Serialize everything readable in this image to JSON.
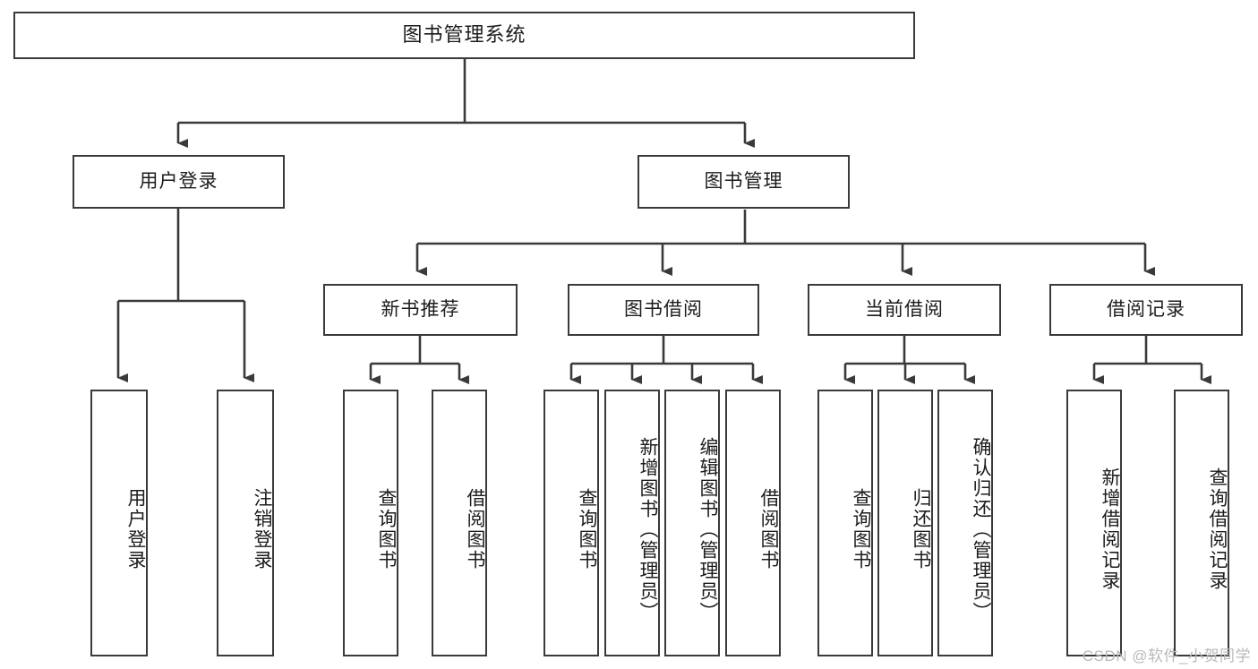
{
  "diagram": {
    "title": "图书管理系统",
    "type": "tree",
    "stroke_color": "#3a3a3a",
    "background_color": "#ffffff",
    "text_color": "#1c1c1c",
    "watermark": "CSDN @软件_小贺同学",
    "levels": {
      "root": "图书管理系统",
      "level2": [
        "用户登录",
        "图书管理"
      ],
      "level3": [
        "新书推荐",
        "图书借阅",
        "当前借阅",
        "借阅记录"
      ]
    },
    "nodes": {
      "root": {
        "label": "图书管理系统"
      },
      "user_login": {
        "label": "用户登录"
      },
      "book_manage": {
        "label": "图书管理"
      },
      "new_book_rec": {
        "label": "新书推荐"
      },
      "book_borrow": {
        "label": "图书借阅"
      },
      "current_borrow": {
        "label": "当前借阅"
      },
      "borrow_record": {
        "label": "借阅记录"
      },
      "leaf_user_login": {
        "label": "用户登录"
      },
      "leaf_logout": {
        "label": "注销登录"
      },
      "leaf_query_book_1": {
        "label": "查询图书"
      },
      "leaf_borrow_book_1": {
        "label": "借阅图书"
      },
      "leaf_query_book_2": {
        "label": "查询图书"
      },
      "leaf_add_book": {
        "label": "新增图书（管理员）"
      },
      "leaf_edit_book": {
        "label": "编辑图书（管理员）"
      },
      "leaf_borrow_book_2": {
        "label": "借阅图书"
      },
      "leaf_query_book_3": {
        "label": "查询图书"
      },
      "leaf_return_book": {
        "label": "归还图书"
      },
      "leaf_confirm_return": {
        "label": "确认归还（管理员）"
      },
      "leaf_add_record": {
        "label": "新增借阅记录"
      },
      "leaf_query_record": {
        "label": "查询借阅记录"
      }
    },
    "edges": [
      {
        "from": "root",
        "to": "用户登录"
      },
      {
        "from": "root",
        "to": "图书管理"
      },
      {
        "from": "用户登录",
        "to": "用户登录(叶)"
      },
      {
        "from": "用户登录",
        "to": "注销登录"
      },
      {
        "from": "图书管理",
        "to": "新书推荐"
      },
      {
        "from": "图书管理",
        "to": "图书借阅"
      },
      {
        "from": "图书管理",
        "to": "当前借阅"
      },
      {
        "from": "图书管理",
        "to": "借阅记录"
      },
      {
        "from": "新书推荐",
        "to": "查询图书"
      },
      {
        "from": "新书推荐",
        "to": "借阅图书"
      },
      {
        "from": "图书借阅",
        "to": "查询图书"
      },
      {
        "from": "图书借阅",
        "to": "新增图书（管理员）"
      },
      {
        "from": "图书借阅",
        "to": "编辑图书（管理员）"
      },
      {
        "from": "图书借阅",
        "to": "借阅图书"
      },
      {
        "from": "当前借阅",
        "to": "查询图书"
      },
      {
        "from": "当前借阅",
        "to": "归还图书"
      },
      {
        "from": "当前借阅",
        "to": "确认归还（管理员）"
      },
      {
        "from": "借阅记录",
        "to": "新增借阅记录"
      },
      {
        "from": "借阅记录",
        "to": "查询借阅记录"
      }
    ]
  }
}
